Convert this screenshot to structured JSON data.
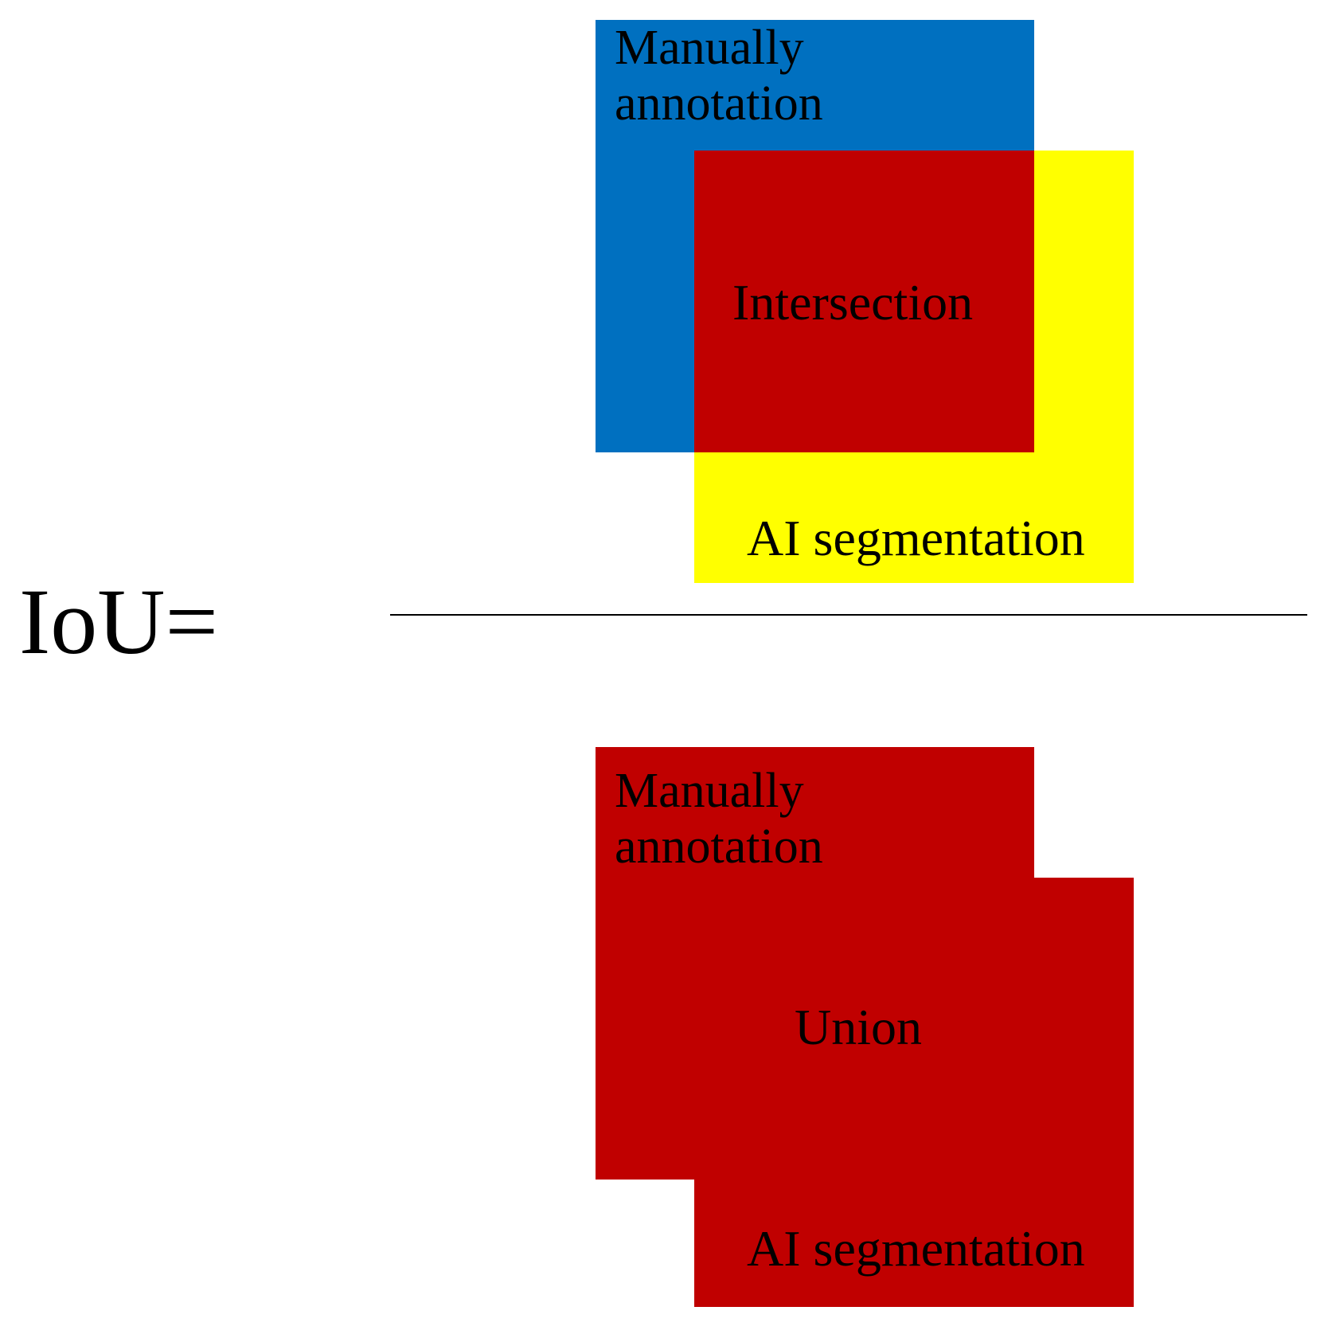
{
  "formula": {
    "label": "IoU="
  },
  "numerator": {
    "manual_label_line1": "Manually",
    "manual_label_line2": "annotation",
    "overlap_label": "Intersection",
    "ai_label": "AI segmentation"
  },
  "denominator": {
    "manual_label_line1": "Manually",
    "manual_label_line2": "annotation",
    "combined_label": "Union",
    "ai_label": "AI segmentation"
  },
  "colors": {
    "manual": "#0070c0",
    "ai": "#ffff00",
    "highlight": "#c00000",
    "text": "#000000",
    "background": "#ffffff"
  }
}
